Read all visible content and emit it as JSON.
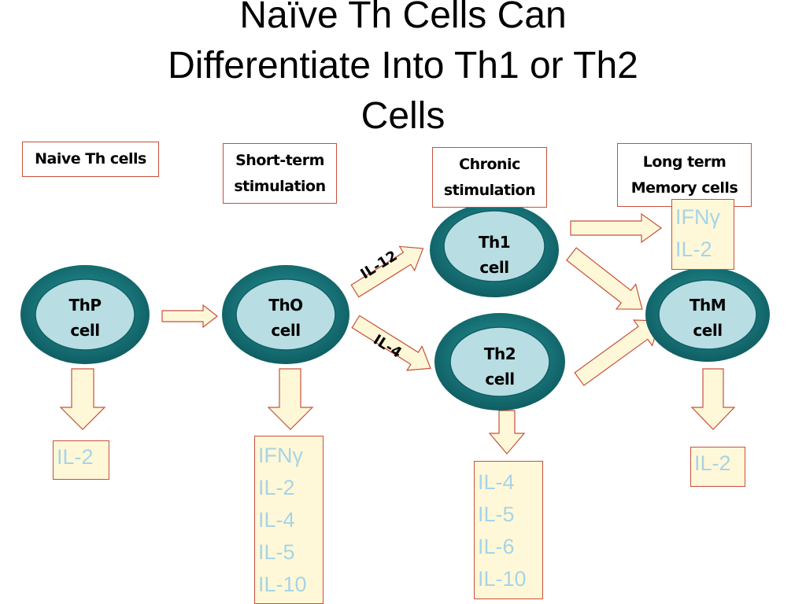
{
  "title": {
    "line1": "Naïve Th Cells Can",
    "line2": "Differentiate Into Th1 or Th2",
    "line3": "Cells"
  },
  "stage_labels": {
    "naive": "Naive Th cells",
    "short_line1": "Short-term",
    "short_line2": "stimulation",
    "chronic_line1": "Chronic",
    "chronic_line2": "stimulation",
    "memory_line1": "Long term",
    "memory_line2": "Memory cells"
  },
  "cells": {
    "thp": {
      "name": "ThP",
      "sub": "cell"
    },
    "tho": {
      "name": "ThO",
      "sub": "cell"
    },
    "th1": {
      "name": "Th1",
      "sub": "cell"
    },
    "th2": {
      "name": "Th2",
      "sub": "cell"
    },
    "thm": {
      "name": "ThM",
      "sub": "cell"
    }
  },
  "arrow_labels": {
    "il12": "IL-12",
    "il4": "IL-4"
  },
  "cytokines": {
    "thp": [
      "IL-2"
    ],
    "tho": [
      "IFNγ",
      "IL-2",
      "IL-4",
      "IL-5",
      "IL-10"
    ],
    "th2": [
      "IL-4",
      "IL-5",
      "IL-6",
      "IL-10"
    ],
    "th1_memory": [
      "IFNγ",
      "IL-2"
    ],
    "thm": [
      "IL-2"
    ]
  },
  "colors": {
    "cell_outer": "#126a6e",
    "cell_inner": "#b8dde2",
    "arrow_fill": "#fff8d8",
    "arrow_stroke": "#c8503c",
    "cytokine_text": "#a6d4e8",
    "box_border": "#c8503c"
  }
}
